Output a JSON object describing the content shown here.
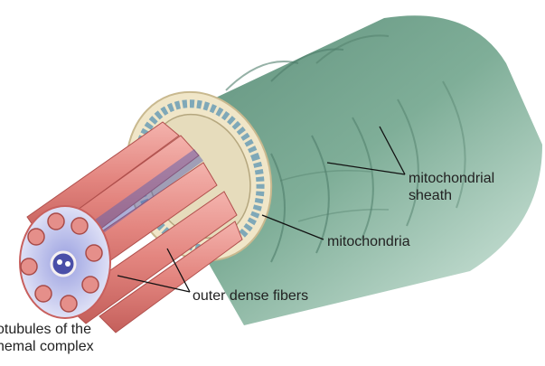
{
  "labels": {
    "mitochondrial_sheath": [
      "mitochondrial",
      "sheath"
    ],
    "mitochondria": "mitochondria",
    "outer_dense_fibers": "outer dense fibers",
    "microtubules": [
      "otubules of the",
      "hemal complex"
    ]
  },
  "colors": {
    "sheath": "#6f9f8a",
    "sheath_light": "#b9d6c8",
    "fiber": "#e58f8a",
    "fiber_dark": "#c8605e",
    "ring": "#f0e6c8",
    "cristae": "#7fa8b8",
    "axoneme": "#4a4fa8",
    "label_text": "#222222",
    "leader_line": "#111111"
  }
}
